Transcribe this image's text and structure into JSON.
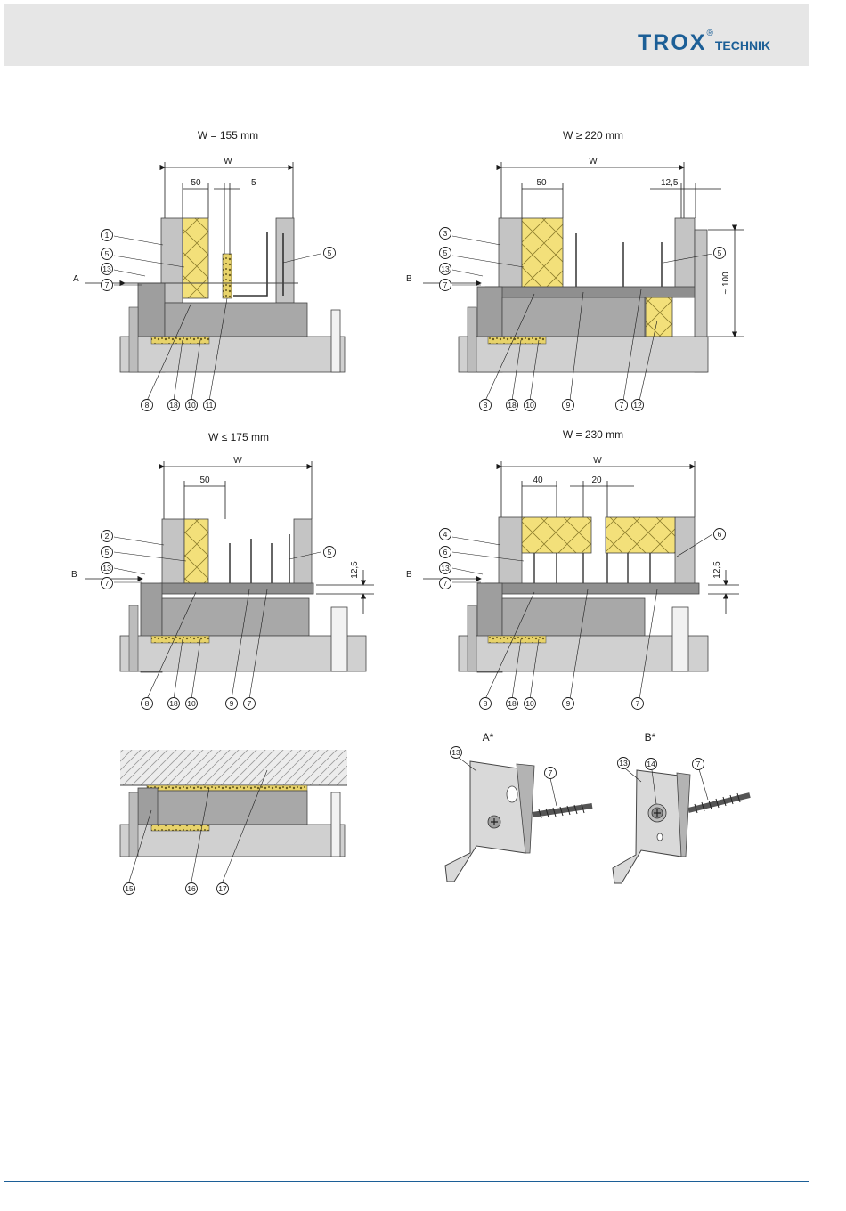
{
  "header": {
    "brand": "TROX",
    "registered": "®",
    "sub": "TECHNIK"
  },
  "colors": {
    "brand": "#1c5f97",
    "insulation": "#f3e07a",
    "panel": "#c4c4c4",
    "frame": "#a8a8a8",
    "header_bg": "#e6e6e6"
  },
  "details": {
    "d1": {
      "title": "W = 155 mm",
      "w": "W",
      "dim_a": "50",
      "dim_b": "5",
      "arrow": "A",
      "left_callouts": [
        "1",
        "5",
        "13",
        "7"
      ],
      "right_callouts": [
        "5"
      ],
      "bottom_callouts": [
        "8",
        "18",
        "10",
        "11"
      ]
    },
    "d2": {
      "title": "W ≥ 220 mm",
      "w": "W",
      "dim_a": "50",
      "dim_b": "12,5",
      "dim_c": "~ 100",
      "arrow": "B",
      "left_callouts": [
        "3",
        "5",
        "13",
        "7"
      ],
      "right_callouts": [
        "5"
      ],
      "bottom_callouts": [
        "8",
        "18",
        "10",
        "9",
        "7",
        "12"
      ]
    },
    "d3": {
      "title": "W ≤ 175 mm",
      "w": "W",
      "dim_a": "50",
      "dim_b": "12,5",
      "arrow": "B",
      "left_callouts": [
        "2",
        "5",
        "13",
        "7"
      ],
      "right_callouts": [
        "5"
      ],
      "bottom_callouts": [
        "8",
        "18",
        "10",
        "9",
        "7"
      ]
    },
    "d4": {
      "title": "W = 230 mm",
      "w": "W",
      "dim_a": "40",
      "dim_b": "20",
      "dim_c": "12,5",
      "arrow": "B",
      "left_callouts": [
        "4",
        "6",
        "13",
        "7"
      ],
      "right_callouts": [
        "6"
      ],
      "bottom_callouts": [
        "8",
        "18",
        "10",
        "9",
        "7"
      ]
    },
    "d5": {
      "bottom_callouts": [
        "15",
        "16",
        "17"
      ]
    }
  },
  "brackets": {
    "a": {
      "title": "A*",
      "callouts": [
        "13",
        "7"
      ]
    },
    "b": {
      "title": "B*",
      "callouts": [
        "13",
        "14",
        "7"
      ]
    }
  }
}
